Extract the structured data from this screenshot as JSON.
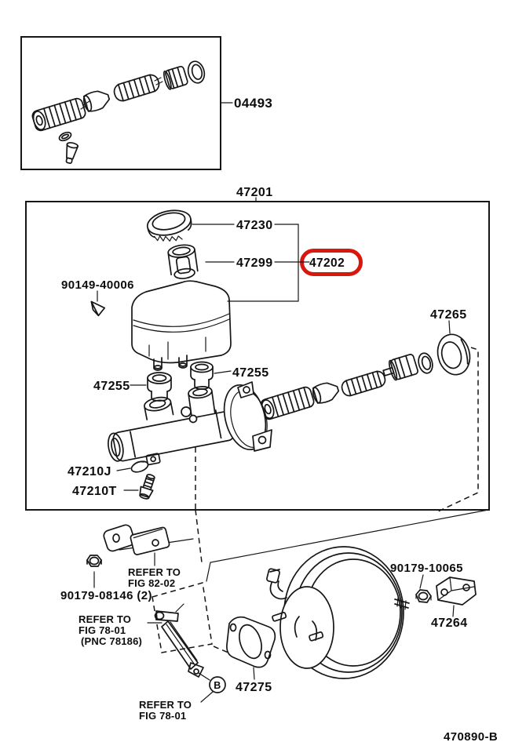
{
  "drawing_number": "470890-B",
  "highlight_color": "#d6180f",
  "kit_box": {
    "label": "04493"
  },
  "assembly_box": {
    "label": "47201"
  },
  "parts": {
    "reservoir_filler_cap": "47230",
    "reservoir_strainer": "47299",
    "master_cylinder_sub_assy": "47202",
    "reservoir_set_screw": "90149-40006",
    "cylinder_end_seal": "47265",
    "reservoir_grommet_front": "47255",
    "reservoir_grommet_rear": "47255",
    "outlet_grommet": "47210J",
    "outlet_plug": "47210T",
    "bracket_nut": "90179-08146 (2)",
    "booster_mount_nut": "90179-10065",
    "booster_bracket": "47264",
    "booster_gasket": "47275"
  },
  "references": {
    "fig_82_02": [
      "REFER TO",
      "FIG 82-02"
    ],
    "fig_78_01_pnc": [
      "REFER TO",
      "FIG 78-01",
      "(PNC 78186)"
    ],
    "fig_78_01": [
      "REFER TO",
      "FIG 78-01"
    ],
    "callout_b": "B"
  }
}
